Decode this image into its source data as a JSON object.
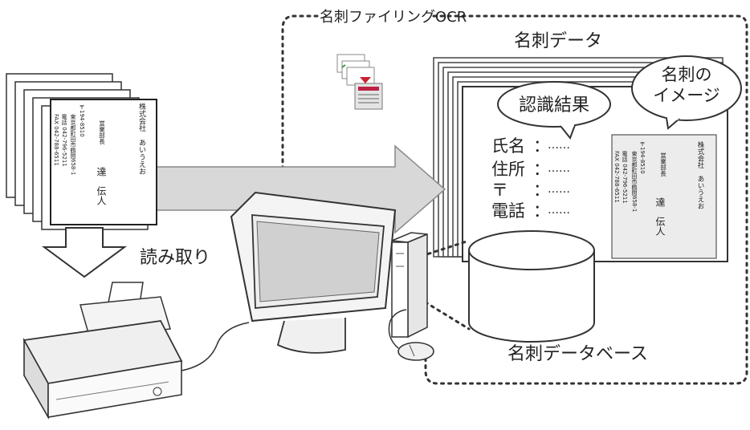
{
  "region_title": "名刺ファイリングOCR",
  "card_data_title": "名刺データ",
  "database_label": "名刺データベース",
  "read_label": "読み取り",
  "bubble_result": "認識結果",
  "bubble_image_line1": "名刺の",
  "bubble_image_line2": "イメージ",
  "fields": [
    {
      "label": "氏名",
      "value": "……"
    },
    {
      "label": "住所",
      "value": "……"
    },
    {
      "label": "〒",
      "value": "……"
    },
    {
      "label": "電話",
      "value": "……"
    }
  ],
  "card": {
    "company": "株式会社　あいうえお",
    "title": "営業部長",
    "name": "達　伝人",
    "postal": "〒194-8510",
    "address": "東京都町田市鶴間658-1",
    "phone": "電話 042-796-5211",
    "fax": "FAX 042-788-6511"
  }
}
